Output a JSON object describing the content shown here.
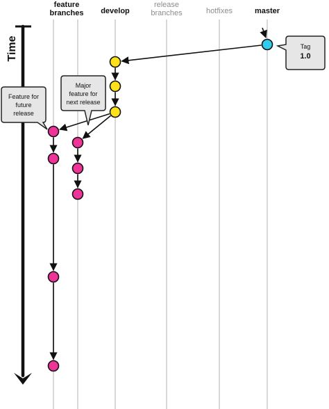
{
  "time_axis": {
    "label": "Time"
  },
  "lanes": [
    {
      "id": "feature-1",
      "emphasis": "bold"
    },
    {
      "id": "feature-2",
      "emphasis": "bold"
    },
    {
      "id": "develop",
      "label": "develop",
      "emphasis": "bold"
    },
    {
      "id": "release",
      "label_lines": [
        "release",
        "branches"
      ],
      "emphasis": "light"
    },
    {
      "id": "hotfixes",
      "label": "hotfixes",
      "emphasis": "light"
    },
    {
      "id": "master",
      "label": "master",
      "emphasis": "bold"
    }
  ],
  "feature_header": {
    "lines": [
      "feature",
      "branches"
    ]
  },
  "commits": [
    {
      "id": "m1",
      "lane": "master",
      "color": "#33ccee"
    },
    {
      "id": "d1",
      "lane": "develop",
      "color": "#ffe11a"
    },
    {
      "id": "d2",
      "lane": "develop",
      "color": "#ffe11a"
    },
    {
      "id": "d3",
      "lane": "develop",
      "color": "#ffe11a"
    },
    {
      "id": "f1a",
      "lane": "feature-1",
      "color": "#ee3399"
    },
    {
      "id": "f1b",
      "lane": "feature-1",
      "color": "#ee3399"
    },
    {
      "id": "f1c",
      "lane": "feature-1",
      "color": "#ee3399"
    },
    {
      "id": "f1d",
      "lane": "feature-1",
      "color": "#ee3399"
    },
    {
      "id": "f2a",
      "lane": "feature-2",
      "color": "#ee3399"
    },
    {
      "id": "f2b",
      "lane": "feature-2",
      "color": "#ee3399"
    },
    {
      "id": "f2c",
      "lane": "feature-2",
      "color": "#ee3399"
    }
  ],
  "edges": [
    [
      "m1",
      "d1"
    ],
    [
      "d1",
      "d2"
    ],
    [
      "d2",
      "d3"
    ],
    [
      "d3",
      "f1a"
    ],
    [
      "d3",
      "f2a"
    ],
    [
      "f1a",
      "f1b"
    ],
    [
      "f1b",
      "f1c"
    ],
    [
      "f1c",
      "f1d"
    ],
    [
      "f2a",
      "f2b"
    ],
    [
      "f2b",
      "f2c"
    ]
  ],
  "callouts": [
    {
      "id": "tag",
      "lines": [
        "Tag",
        "1.0"
      ]
    },
    {
      "id": "future",
      "lines": [
        "Feature for",
        "future",
        "release"
      ]
    },
    {
      "id": "major",
      "lines": [
        "Major",
        "feature for",
        "next release"
      ]
    }
  ],
  "colors": {
    "develop": "#ffe11a",
    "master": "#33ccee",
    "feature": "#ee3399",
    "lane_line": "#d8d8d8",
    "callout_bg": "#e6e6e6"
  }
}
